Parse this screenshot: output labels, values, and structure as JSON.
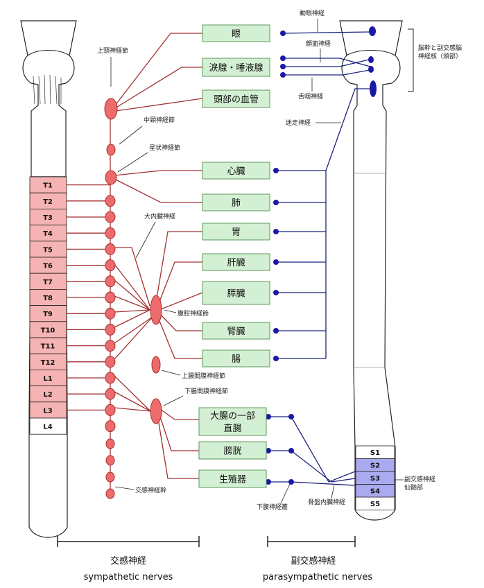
{
  "organs": [
    {
      "id": "eye",
      "label": "眼"
    },
    {
      "id": "glands",
      "label": "涙腺・唾液腺"
    },
    {
      "id": "head_vessels",
      "label": "頭部の血管"
    },
    {
      "id": "heart",
      "label": "心臓"
    },
    {
      "id": "lung",
      "label": "肺"
    },
    {
      "id": "stomach",
      "label": "胃"
    },
    {
      "id": "liver",
      "label": "肝臓"
    },
    {
      "id": "pancreas",
      "label": "膵臓"
    },
    {
      "id": "kidney",
      "label": "腎臓"
    },
    {
      "id": "intestine",
      "label": "腸"
    },
    {
      "id": "colon",
      "label": "大腸の一部",
      "label2": "直腸"
    },
    {
      "id": "bladder",
      "label": "膀胱"
    },
    {
      "id": "genitals",
      "label": "生殖器"
    }
  ],
  "spinal_segments": {
    "thoracic": [
      "T1",
      "T2",
      "T3",
      "T4",
      "T5",
      "T6",
      "T7",
      "T8",
      "T9",
      "T10",
      "T11",
      "T12"
    ],
    "lumbar": [
      "L1",
      "L2",
      "L3",
      "L4"
    ],
    "sacral": [
      "S1",
      "S2",
      "S3",
      "S4",
      "S5"
    ]
  },
  "labels": {
    "superior_cervical": "上頸神経節",
    "middle_cervical": "中頸神経節",
    "stellate": "星状神経節",
    "greater_splanchnic": "大内臓神経",
    "celiac": "腹腔神経節",
    "superior_mesenteric": "上腸間膜神経節",
    "inferior_mesenteric": "下腸間膜神経節",
    "sympathetic_trunk": "交感神経幹",
    "oculomotor": "動眼神経",
    "facial": "顔面神経",
    "glossopharyngeal": "舌咽神経",
    "vagus": "迷走神経",
    "brainstem_line1": "脳幹と副交感脳",
    "brainstem_line2": "神経核（頭部）",
    "sacral_line1": "副交感神経",
    "sacral_line2": "仙髄部",
    "hypogastric": "下腹神経叢",
    "pelvic": "骨盤内臓神経"
  },
  "footer": {
    "sympathetic_jp": "交感神経",
    "sympathetic_en": "sympathetic nerves",
    "parasympathetic_jp": "副交感神経",
    "parasympathetic_en": "parasympathetic nerves"
  },
  "colors": {
    "sympathetic": "#a33030",
    "ganglion_fill": "#ee6b6b",
    "thoracic_fill": "#f5b3b3",
    "parasympathetic": "#1a237e",
    "nucleus_fill": "#1a1aa8",
    "sacral_fill": "#aaaaf0",
    "organ_fill": "#d4f0d4",
    "organ_border": "#5a9a5a"
  }
}
